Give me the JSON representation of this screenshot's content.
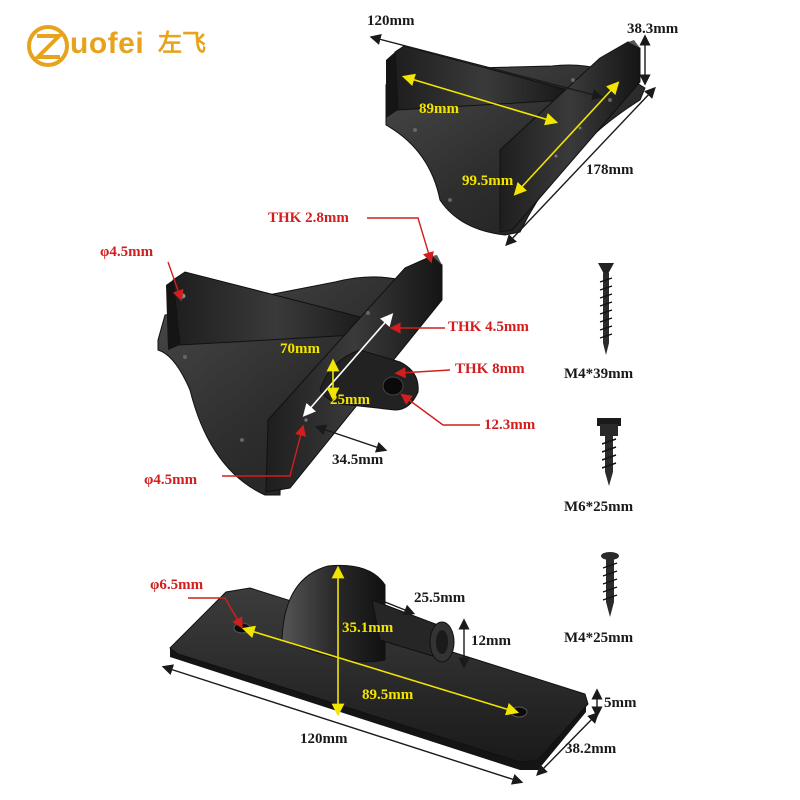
{
  "brand": {
    "name": "uofei",
    "cn": "左飞",
    "color": "#e8a31c"
  },
  "top_bracket": {
    "width": "120mm",
    "height": "38.3mm",
    "inner_length": "89mm",
    "rail_length": "99.5mm",
    "total_length": "178mm"
  },
  "middle_bracket": {
    "thk_plate": "THK 2.8mm",
    "hole_top": "φ4.5mm",
    "thk_rail": "THK 4.5mm",
    "rail_length": "70mm",
    "thk_tab": "THK 8mm",
    "tab_height": "25mm",
    "tab_hole": "12.3mm",
    "tab_depth": "34.5mm",
    "hole_bottom": "φ4.5mm"
  },
  "screws": [
    {
      "label": "M4*39mm"
    },
    {
      "label": "M6*25mm"
    },
    {
      "label": "M4*25mm"
    }
  ],
  "bottom_plate": {
    "hole": "φ6.5mm",
    "pin_length": "25.5mm",
    "mount_height": "35.1mm",
    "pin_diameter": "12mm",
    "hole_spacing": "89.5mm",
    "thickness": "5mm",
    "length": "120mm",
    "width": "38.2mm"
  },
  "colors": {
    "label_dark": "#1a1a1a",
    "label_red": "#d21e1e",
    "label_yellow": "#f2e500",
    "metal": "#2b2b2b"
  }
}
